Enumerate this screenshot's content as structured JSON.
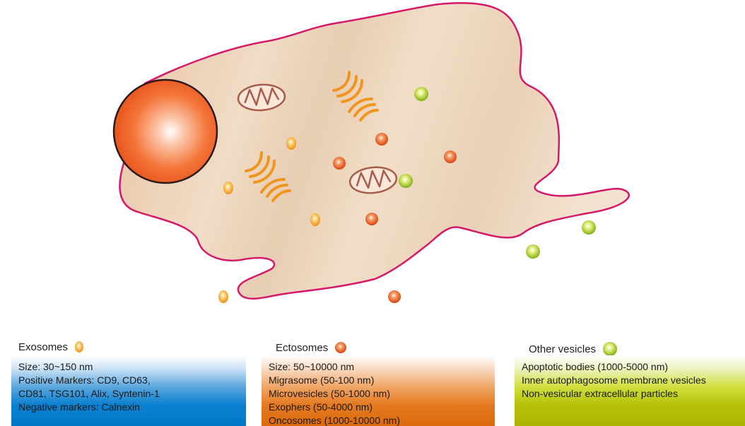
{
  "legend": {
    "exosomes": {
      "title": "Exosomes",
      "color": "#f2a31c",
      "icon": "orange-vesicle-icon",
      "lines": [
        "Size: 30~150 nm",
        "Positive Markers: CD9, CD63,",
        "CD81, TSG101, Alix, Syntenin-1",
        "Negative markers: Calnexin"
      ]
    },
    "ectosomes": {
      "title": "Ectosomes",
      "color": "#e0541a",
      "icon": "red-orange-vesicle-icon",
      "lines": [
        "Size: 50~10000 nm",
        "Migrasome (50-100 nm)",
        "Microvesicles (50-1000 nm)",
        "Exophers (50-4000 nm)",
        "Oncosomes (1000-10000 nm)"
      ]
    },
    "other": {
      "title": "Other vesicles",
      "color": "#9bbf1a",
      "icon": "green-vesicle-icon",
      "lines": [
        "Apoptotic bodies (1000-5000 nm)",
        "Inner autophagosome membrane vesicles",
        "Non-vesicular extracellular particles"
      ]
    }
  },
  "colors": {
    "cell_fill": "#edd3b8",
    "cell_outline": "#d6186b",
    "nucleus": "#f26a2a",
    "mitochondria": "#a65c4a",
    "golgi": "#f0961e"
  }
}
